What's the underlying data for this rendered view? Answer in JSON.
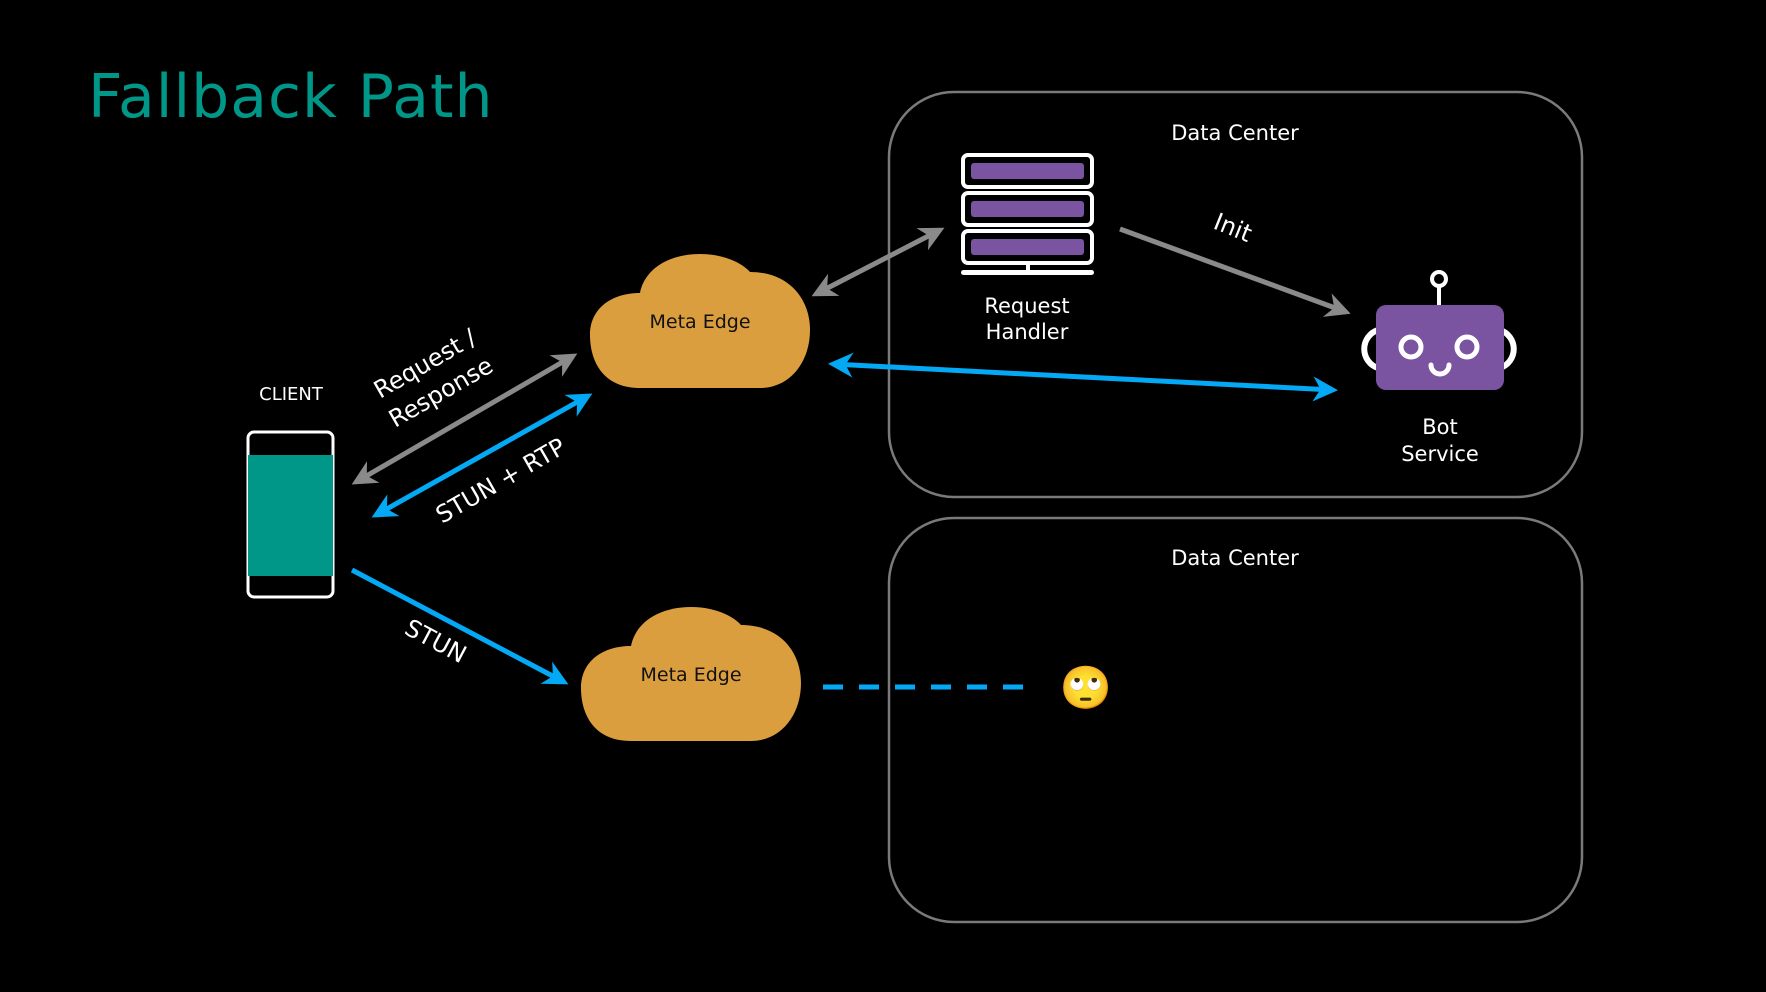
{
  "title": "Fallback Path",
  "colors": {
    "title": "#009688",
    "client_screen": "#009688",
    "cloud": "#DB9E3F",
    "purple": "#7A54A0",
    "gray_arrow": "#8A8A8A",
    "blue_arrow": "#03A9F4",
    "box_border": "#7A7A7A",
    "background": "#000000"
  },
  "nodes": {
    "client": {
      "label": "CLIENT",
      "icon": "phone-icon"
    },
    "edge_top": {
      "label": "Meta Edge",
      "icon": "cloud-icon"
    },
    "edge_bottom": {
      "label": "Meta Edge",
      "icon": "cloud-icon"
    },
    "request_handler": {
      "label_line1": "Request",
      "label_line2": "Handler",
      "icon": "server-icon"
    },
    "bot_service": {
      "label_line1": "Bot",
      "label_line2": "Service",
      "icon": "robot-icon"
    },
    "emoji": {
      "glyph": "🙄",
      "icon": "eye-roll-emoji-icon"
    }
  },
  "containers": {
    "dc_top": {
      "label": "Data Center"
    },
    "dc_bottom": {
      "label": "Data Center"
    }
  },
  "edges": {
    "req_resp": {
      "label_line1": "Request /",
      "label_line2": "Response",
      "style": "gray double arrow",
      "from": "client",
      "to": "edge_top"
    },
    "stun_rtp": {
      "label": "STUN + RTP",
      "style": "blue double arrow",
      "from": "client",
      "to": "edge_top"
    },
    "edge_handler": {
      "label": "",
      "style": "gray double arrow",
      "from": "edge_top",
      "to": "request_handler"
    },
    "init": {
      "label": "Init",
      "style": "gray arrow",
      "from": "request_handler",
      "to": "bot_service"
    },
    "edge_bot": {
      "label": "",
      "style": "blue double arrow",
      "from": "edge_top",
      "to": "bot_service"
    },
    "stun": {
      "label": "STUN",
      "style": "blue arrow",
      "from": "client",
      "to": "edge_bottom"
    },
    "dead_end": {
      "label": "",
      "style": "blue dashed line",
      "from": "edge_bottom",
      "to": "emoji"
    }
  }
}
